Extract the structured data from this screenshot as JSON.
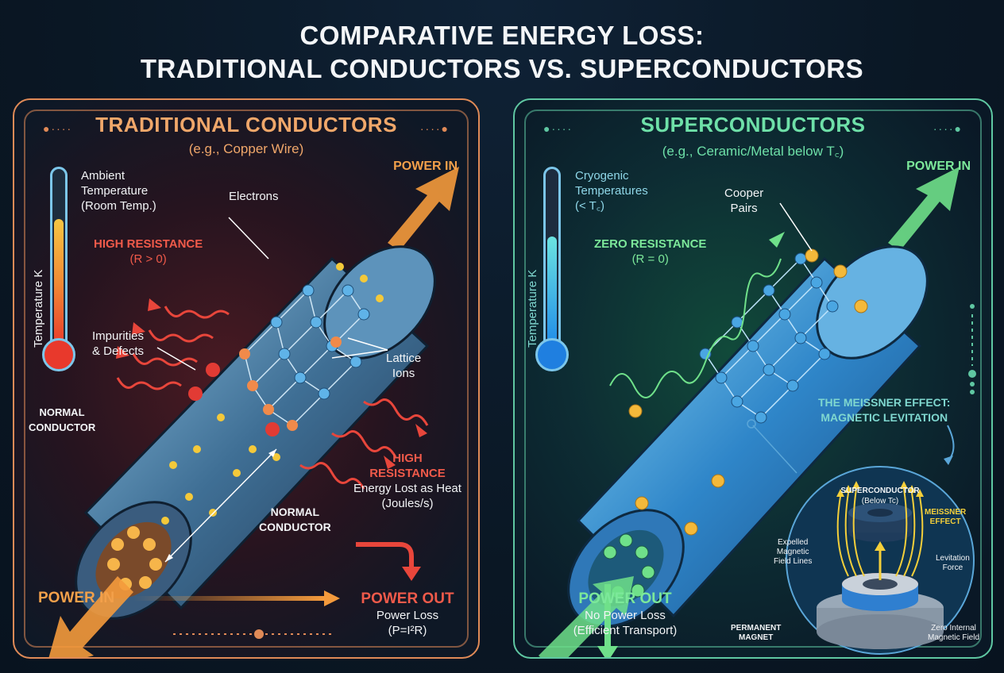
{
  "title": {
    "line1": "COMPARATIVE ENERGY LOSS:",
    "line2": "TRADITIONAL CONDUCTORS VS. SUPERCONDUCTORS"
  },
  "left_panel": {
    "heading": "TRADITIONAL CONDUCTORS",
    "subheading": "(e.g., Copper Wire)",
    "accent_color": "#e08a57",
    "thermometer": {
      "axis_label": "Temperature K",
      "caption": [
        "Ambient",
        "Temperature",
        "(Room Temp.)"
      ],
      "fill_level": 0.72,
      "fill_colors": [
        "#f6c542",
        "#e8392c"
      ],
      "bottom_label": [
        "NORMAL",
        "CONDUCTOR"
      ]
    },
    "power_in_top": "POWER IN",
    "electrons_label": "Electrons",
    "high_resistance": {
      "title": "HIGH RESISTANCE",
      "formula": "(R > 0)"
    },
    "impurities_label": [
      "Impurities",
      "& Defects"
    ],
    "lattice_label": [
      "Lattice",
      "Ions"
    ],
    "heat_loss": {
      "title": [
        "HIGH",
        "RESISTANCE"
      ],
      "desc": [
        "Energy Lost as Heat",
        "(Joules/s)"
      ]
    },
    "length_label": [
      "NORMAL",
      "CONDUCTOR"
    ],
    "power_in_bottom": "POWER IN",
    "power_out": {
      "title": "POWER OUT",
      "desc": "Power Loss",
      "formula": "(P=I²R)"
    }
  },
  "right_panel": {
    "heading": "SUPERCONDUCTORS",
    "subheading": "(e.g., Ceramic/Metal below T꜀)",
    "accent_color": "#5fc7a2",
    "thermometer": {
      "axis_label": "Temperature K",
      "caption": [
        "Cryogenic",
        "Temperatures",
        "(< T꜀)"
      ],
      "fill_level": 0.62,
      "fill_colors": [
        "#6be3e0",
        "#1f8be8"
      ]
    },
    "power_in_top": "POWER IN",
    "cooper_label": [
      "Cooper",
      "Pairs"
    ],
    "zero_resistance": {
      "title": "ZERO RESISTANCE",
      "formula": "(R = 0)"
    },
    "meissner_title": [
      "THE MEISSNER EFFECT:",
      "MAGNETIC LEVITATION"
    ],
    "inset": {
      "superconductor_label": [
        "SUPERCONDUCTOR",
        "(Below Tc)"
      ],
      "meissner_label": [
        "MEISSNER",
        "EFFECT"
      ],
      "expelled_label": [
        "Expelled",
        "Magnetic",
        "Field Lines"
      ],
      "levitation_label": [
        "Levitation",
        "Force"
      ],
      "magnet_label": [
        "PERMANENT",
        "MAGNET"
      ],
      "zero_field_label": [
        "Zero Internal",
        "Magnetic Field"
      ]
    },
    "power_out": {
      "title": "POWER OUT",
      "desc": "No Power Loss",
      "note": "(Efficient Transport)"
    }
  }
}
